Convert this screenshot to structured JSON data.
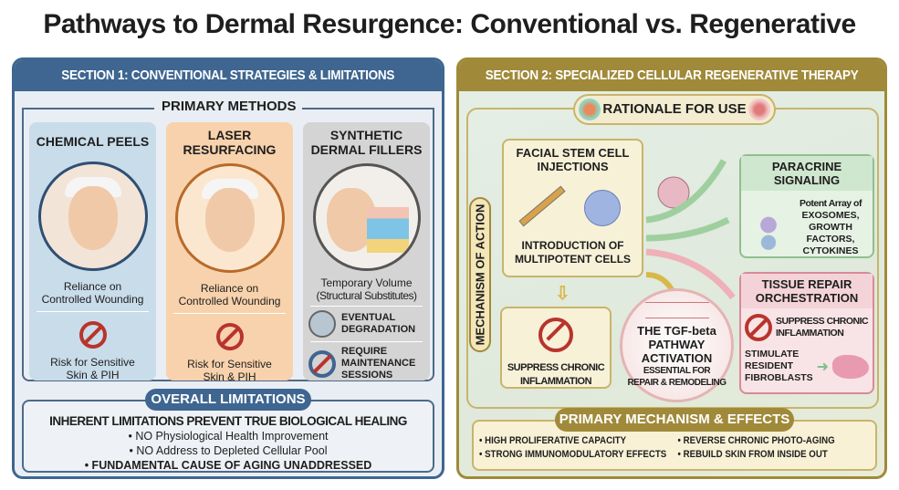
{
  "title": "Pathways to Dermal Resurgence: Conventional vs. Regenerative",
  "section1": {
    "header": "SECTION 1: CONVENTIONAL STRATEGIES & LIMITATIONS",
    "primary_methods": "PRIMARY METHODS",
    "methods": [
      {
        "title_lines": [
          "CHEMICAL PEELS"
        ],
        "desc_lines": [
          "Reliance on",
          "Controlled Wounding"
        ],
        "risk_lines": [
          "Risk for Sensitive",
          "Skin & PIH"
        ]
      },
      {
        "title_lines": [
          "LASER",
          "RESURFACING"
        ],
        "desc_lines": [
          "Reliance on",
          "Controlled Wounding"
        ],
        "risk_lines": [
          "Risk for Sensitive",
          "Skin & PIH"
        ]
      },
      {
        "title_lines": [
          "SYNTHETIC",
          "DERMAL FILLERS"
        ],
        "desc_lines": [
          "Temporary Volume",
          "(Structural Substitutes)"
        ],
        "items": [
          [
            "EVENTUAL",
            "DEGRADATION"
          ],
          [
            "REQUIRE",
            "MAINTENANCE",
            "SESSIONS"
          ]
        ]
      }
    ],
    "overall_label": "OVERALL LIMITATIONS",
    "overall_heading": "INHERENT LIMITATIONS PREVENT TRUE BIOLOGICAL HEALING",
    "overall_bullets": [
      "• NO Physiological Health Improvement",
      "• NO Address to Depleted Cellular Pool",
      "• FUNDAMENTAL CAUSE OF AGING UNADDRESSED"
    ]
  },
  "section2": {
    "header": "SECTION 2: SPECIALIZED CELLULAR REGENERATIVE THERAPY",
    "rationale": "RATIONALE FOR USE",
    "mechanism_label": "MECHANISM OF ACTION",
    "injections": {
      "title_lines": [
        "FACIAL STEM CELL",
        "INJECTIONS"
      ],
      "desc_lines": [
        "INTRODUCTION OF",
        "MULTIPOTENT CELLS"
      ]
    },
    "suppress": [
      "SUPPRESS CHRONIC",
      "INFLAMMATION"
    ],
    "tgf": {
      "lines": [
        "THE TGF-beta",
        "PATHWAY",
        "ACTIVATION"
      ],
      "sub": [
        "ESSENTIAL FOR",
        "REPAIR & REMODELING"
      ]
    },
    "paracrine": {
      "title_lines": [
        "PARACRINE",
        "SIGNALING"
      ],
      "desc_lines": [
        "Potent Array of",
        "EXOSOMES,",
        "GROWTH",
        "FACTORS,",
        "CYTOKINES"
      ]
    },
    "tissue": {
      "title_lines": [
        "TISSUE REPAIR",
        "ORCHESTRATION"
      ],
      "suppress": [
        "SUPPRESS CHRONIC",
        "INFLAMMATION"
      ],
      "stimulate": [
        "STIMULATE",
        "RESIDENT",
        "FIBROBLASTS"
      ]
    },
    "effects_label": "PRIMARY MECHANISM & EFFECTS",
    "effects": [
      "• HIGH PROLIFERATIVE CAPACITY",
      "• REVERSE CHRONIC PHOTO-AGING",
      "• STRONG IMMUNOMODULATORY EFFECTS",
      "• REBUILD SKIN FROM INSIDE OUT"
    ]
  },
  "colors": {
    "section1": "#3e6690",
    "section2": "#a08a3a",
    "peels": "#c9dcea",
    "laser": "#f8d2ac",
    "fillers": "#d4d4d4",
    "paracrine": "#cfe6cf",
    "tissue": "#f3d3d8",
    "warning": "#b8342c"
  }
}
